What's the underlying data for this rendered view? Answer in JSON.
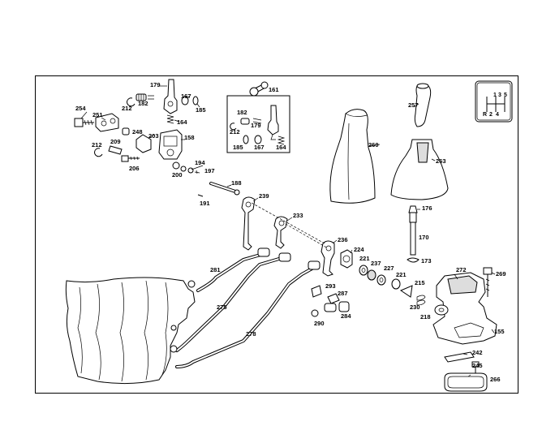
{
  "diagram": {
    "shift_pattern": {
      "top": [
        "1",
        "3",
        "5"
      ],
      "bottom": [
        "R",
        "2",
        "4"
      ]
    },
    "callouts": {
      "p179a": "179",
      "p167a": "167",
      "p185a": "185",
      "p254": "254",
      "p212a": "212",
      "p182a": "182",
      "p251": "251",
      "p164a": "164",
      "p248": "248",
      "p203": "203",
      "p158": "158",
      "p212b": "212",
      "p209": "209",
      "p206": "206",
      "p194": "194",
      "p200": "200",
      "p197": "197",
      "p188": "188",
      "p191": "191",
      "p161": "161",
      "p182b": "182",
      "p179b": "179",
      "p212c": "212",
      "p185b": "185",
      "p167b": "167",
      "p164b": "164",
      "p257": "257",
      "p260": "260",
      "p263": "263",
      "p239": "239",
      "p233": "233",
      "p176": "176",
      "p170": "170",
      "p236": "236",
      "p224": "224",
      "p221a": "221",
      "p237": "237",
      "p227": "227",
      "p221b": "221",
      "p173": "173",
      "p272": "272",
      "p269": "269",
      "p281": "281",
      "p293": "293",
      "p287": "287",
      "p215": "215",
      "p275": "275",
      "p230": "230",
      "p218": "218",
      "p284": "284",
      "p290": "290",
      "p155": "155",
      "p278": "278",
      "p242": "242",
      "p245": "245",
      "p266": "266"
    }
  }
}
